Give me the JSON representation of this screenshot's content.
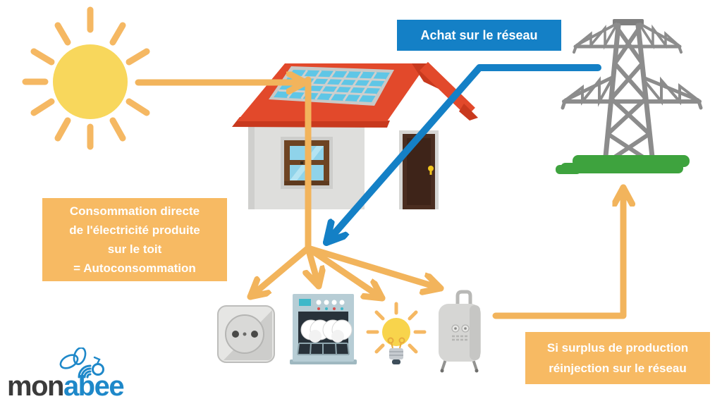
{
  "labels": {
    "achat": "Achat sur le réseau",
    "autoconsommation": "Consommation directe\nde l'électricité produite\nsur le toit\n= Autoconsommation",
    "surplus": "Si surplus de production\nréinjection sur le réseau"
  },
  "logo": {
    "part1": "mon",
    "part2": "abee"
  },
  "colors": {
    "orange_arrow": "#F2B45C",
    "orange_box": "#F7BA63",
    "blue": "#1480C6",
    "roof_red": "#E2492B",
    "roof_red_dark": "#C8391E",
    "sun_yellow": "#F8D75C",
    "sun_ray_orange": "#F5B863",
    "grass_green": "#3EA33E",
    "wall_gray": "#DEDEDC",
    "panel_cell_blue": "#5FC6E6",
    "window_glass_blue": "#8FD3EA",
    "door_brown": "#4A2D20",
    "pylon_gray": "#8C8C8C",
    "logo_blue": "#1E88C9",
    "logo_dark": "#3B3B3B",
    "label_text": "#FFFFFF"
  },
  "scene": {
    "sun": "sun-icon",
    "house": "house-icon",
    "solar_panel": "solar-panel-icon",
    "power_grid_pylon": "pylon-icon",
    "power_outlet": "outlet-icon",
    "dishwasher": "dishwasher-icon",
    "light_bulb": "lightbulb-icon",
    "water_heater": "water-heater-icon",
    "bee_logo": "bee-icon"
  }
}
